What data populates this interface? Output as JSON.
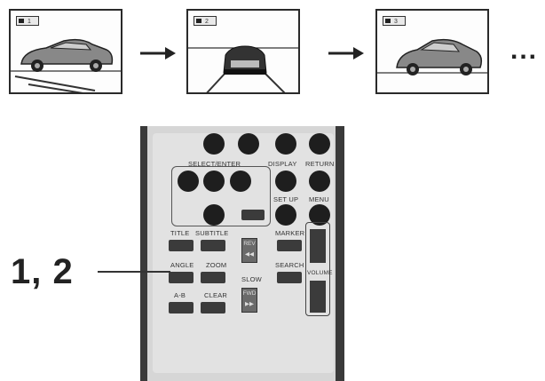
{
  "frames": [
    {
      "badge": "1",
      "badge_icon": "camera-angle-icon"
    },
    {
      "badge": "2",
      "badge_icon": "camera-angle-icon"
    },
    {
      "badge": "3",
      "badge_icon": "camera-angle-icon"
    }
  ],
  "continuation": "...",
  "remote": {
    "select_enter": "SELECT/ENTER",
    "display": "DISPLAY",
    "return": "RETURN",
    "setup": "SET UP",
    "menu": "MENU",
    "title": "TITLE",
    "subtitle": "SUBTITLE",
    "marker": "MARKER",
    "rev": "REV",
    "angle": "ANGLE",
    "zoom": "ZOOM",
    "search": "SEARCH",
    "slow": "SLOW",
    "volume": "VOLUME",
    "fwd": "FWD",
    "ab": "A-B",
    "clear": "CLEAR"
  },
  "callout_label": "1, 2",
  "colors": {
    "button_dark": "#1e1e1e",
    "panel": "#e2e2e2",
    "frame_border": "#2a2a2a"
  }
}
